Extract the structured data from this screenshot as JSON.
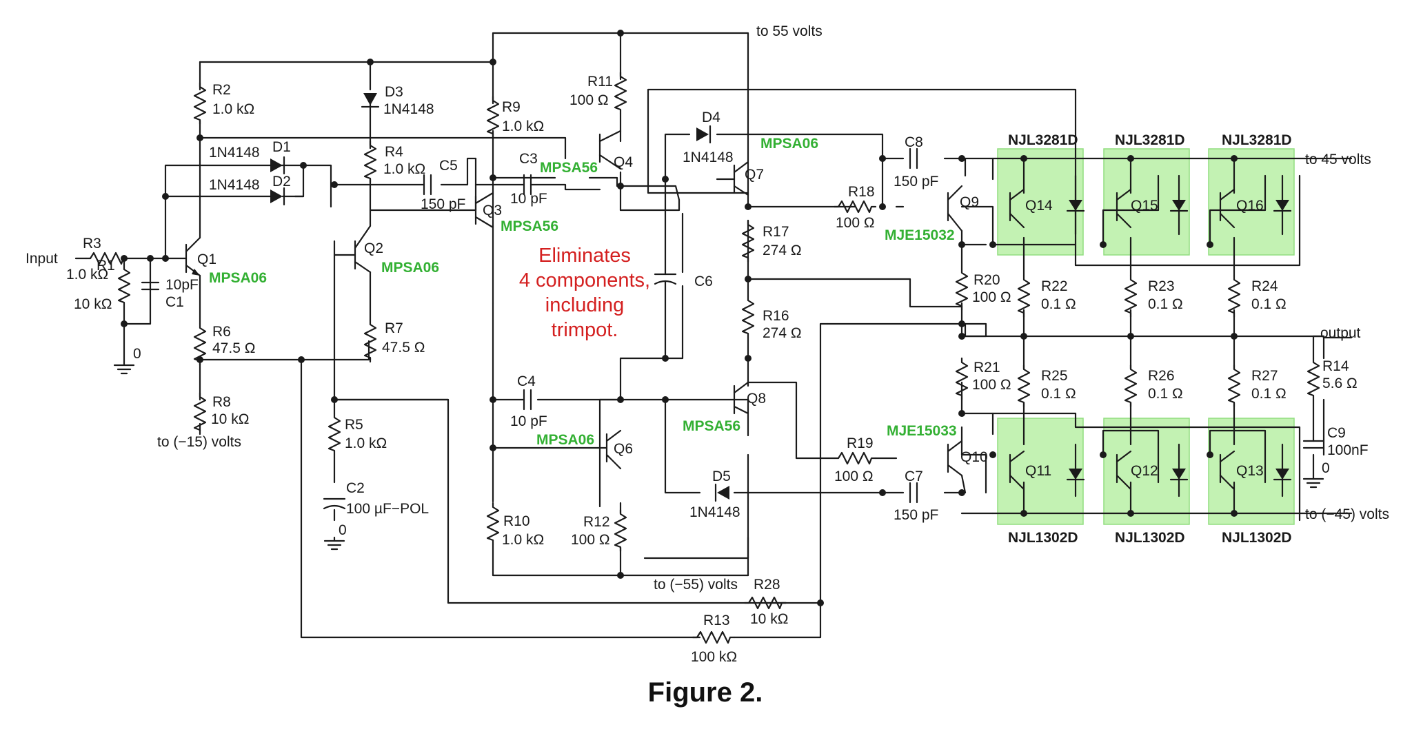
{
  "figure": {
    "caption": "Figure 2.",
    "note_lines": [
      "Eliminates",
      "4 components,",
      "including",
      "trimpot."
    ],
    "highlight_color": "#b9f0a6",
    "part_color": "#33b033",
    "note_color": "#d42020"
  },
  "rails": {
    "pos55": "to 55 volts",
    "neg55": "to (−55) volts",
    "pos45": "to 45 volts",
    "neg45": "to (−45) volts",
    "neg15": "to (−15) volts",
    "input": "Input",
    "output": "output",
    "gnd1": "0",
    "gnd2": "0",
    "gnd3": "0"
  },
  "resistors": {
    "r1": {
      "ref": "R1",
      "value": "10 kΩ"
    },
    "r2": {
      "ref": "R2",
      "value": "1.0 kΩ"
    },
    "r3": {
      "ref": "R3",
      "value": "1.0 kΩ"
    },
    "r4": {
      "ref": "R4",
      "value": "1.0 kΩ"
    },
    "r5": {
      "ref": "R5",
      "value": "1.0 kΩ"
    },
    "r6": {
      "ref": "R6",
      "value": "47.5 Ω"
    },
    "r7": {
      "ref": "R7",
      "value": "47.5 Ω"
    },
    "r8": {
      "ref": "R8",
      "value": "10 kΩ"
    },
    "r9": {
      "ref": "R9",
      "value": "1.0 kΩ"
    },
    "r10": {
      "ref": "R10",
      "value": "1.0 kΩ"
    },
    "r11": {
      "ref": "R11",
      "value": "100 Ω"
    },
    "r12": {
      "ref": "R12",
      "value": "100 Ω"
    },
    "r13": {
      "ref": "R13",
      "value": "100 kΩ"
    },
    "r14": {
      "ref": "R14",
      "value": "5.6 Ω"
    },
    "r16": {
      "ref": "R16",
      "value": "274 Ω"
    },
    "r17": {
      "ref": "R17",
      "value": "274 Ω"
    },
    "r18": {
      "ref": "R18",
      "value": "100 Ω"
    },
    "r19": {
      "ref": "R19",
      "value": "100 Ω"
    },
    "r20": {
      "ref": "R20",
      "value": "100 Ω"
    },
    "r21": {
      "ref": "R21",
      "value": "100 Ω"
    },
    "r22": {
      "ref": "R22",
      "value": "0.1 Ω"
    },
    "r23": {
      "ref": "R23",
      "value": "0.1 Ω"
    },
    "r24": {
      "ref": "R24",
      "value": "0.1 Ω"
    },
    "r25": {
      "ref": "R25",
      "value": "0.1 Ω"
    },
    "r26": {
      "ref": "R26",
      "value": "0.1 Ω"
    },
    "r27": {
      "ref": "R27",
      "value": "0.1 Ω"
    },
    "r28": {
      "ref": "R28",
      "value": "10 kΩ"
    }
  },
  "capacitors": {
    "c1": {
      "ref": "C1",
      "value": "10pF"
    },
    "c2": {
      "ref": "C2",
      "value": "100 µF−POL"
    },
    "c3": {
      "ref": "C3",
      "value": "10 pF"
    },
    "c4": {
      "ref": "C4",
      "value": "10 pF"
    },
    "c5": {
      "ref": "C5",
      "value": "150 pF"
    },
    "c6": {
      "ref": "C6",
      "value": ""
    },
    "c7": {
      "ref": "C7",
      "value": "150 pF"
    },
    "c8": {
      "ref": "C8",
      "value": "150 pF"
    },
    "c9": {
      "ref": "C9",
      "value": "100nF"
    }
  },
  "diodes": {
    "d1": {
      "ref": "D1",
      "value": "1N4148"
    },
    "d2": {
      "ref": "D2",
      "value": "1N4148"
    },
    "d3": {
      "ref": "D3",
      "value": "1N4148"
    },
    "d4": {
      "ref": "D4",
      "value": "1N4148"
    },
    "d5": {
      "ref": "D5",
      "value": "1N4148"
    }
  },
  "transistors": {
    "q1": {
      "ref": "Q1",
      "part": "MPSA06"
    },
    "q2": {
      "ref": "Q2",
      "part": "MPSA06"
    },
    "q3": {
      "ref": "Q3",
      "part": "MPSA56"
    },
    "q4": {
      "ref": "Q4",
      "part": "MPSA56"
    },
    "q6": {
      "ref": "Q6",
      "part": "MPSA06"
    },
    "q7": {
      "ref": "Q7",
      "part": "MPSA06"
    },
    "q8": {
      "ref": "Q8",
      "part": "MPSA56"
    },
    "q9": {
      "ref": "Q9",
      "part": "MJE15032"
    },
    "q10": {
      "ref": "Q10",
      "part": "MJE15033"
    },
    "q11": {
      "ref": "Q11",
      "part": "NJL1302D"
    },
    "q12": {
      "ref": "Q12",
      "part": "NJL1302D"
    },
    "q13": {
      "ref": "Q13",
      "part": "NJL1302D"
    },
    "q14": {
      "ref": "Q14",
      "part": "NJL3281D"
    },
    "q15": {
      "ref": "Q15",
      "part": "NJL3281D"
    },
    "q16": {
      "ref": "Q16",
      "part": "NJL3281D"
    }
  }
}
